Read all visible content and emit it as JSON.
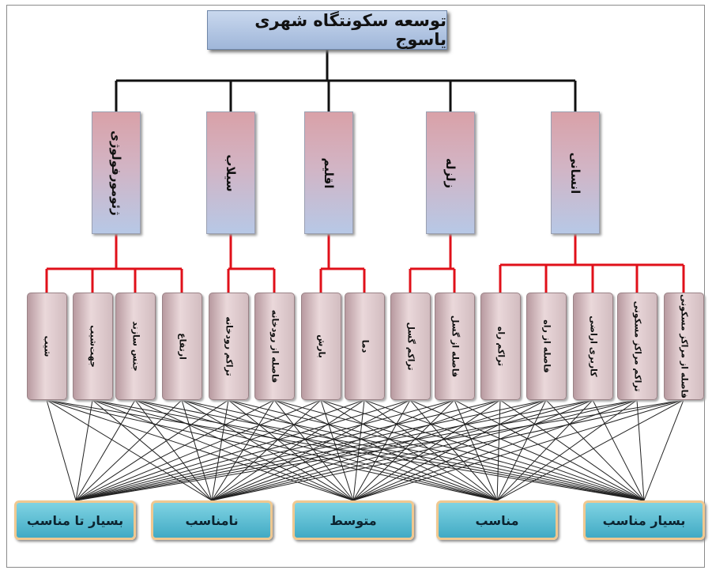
{
  "root": "توسعه سکونتگاه شهری یاسوج",
  "criteria": [
    "ژئومورفولوژی",
    "سیلاب",
    "اقلیم",
    "زلزله",
    "انسانی"
  ],
  "subcriteria": [
    "شیب",
    "جهت‌شیب",
    "جنس سازند",
    "ارتفاع",
    "تراکم رودخانه",
    "فاصله از رودخانه",
    "بارش",
    "دما",
    "تراکم گسل",
    "فاصله از گسل",
    "تراکم راه",
    "فاصله از راه",
    "کاربری اراضی",
    "تراکم مراکز مسکونی",
    "فاصله از مراکز مسکونی"
  ],
  "alternatives": [
    "بسیار تا مناسب",
    "نامناسب",
    "متوسط",
    "مناسب",
    "بسیار مناسب"
  ],
  "colors": {
    "black_link": "#111111",
    "red_link": "#e0101a",
    "fan_link": "#222222"
  }
}
